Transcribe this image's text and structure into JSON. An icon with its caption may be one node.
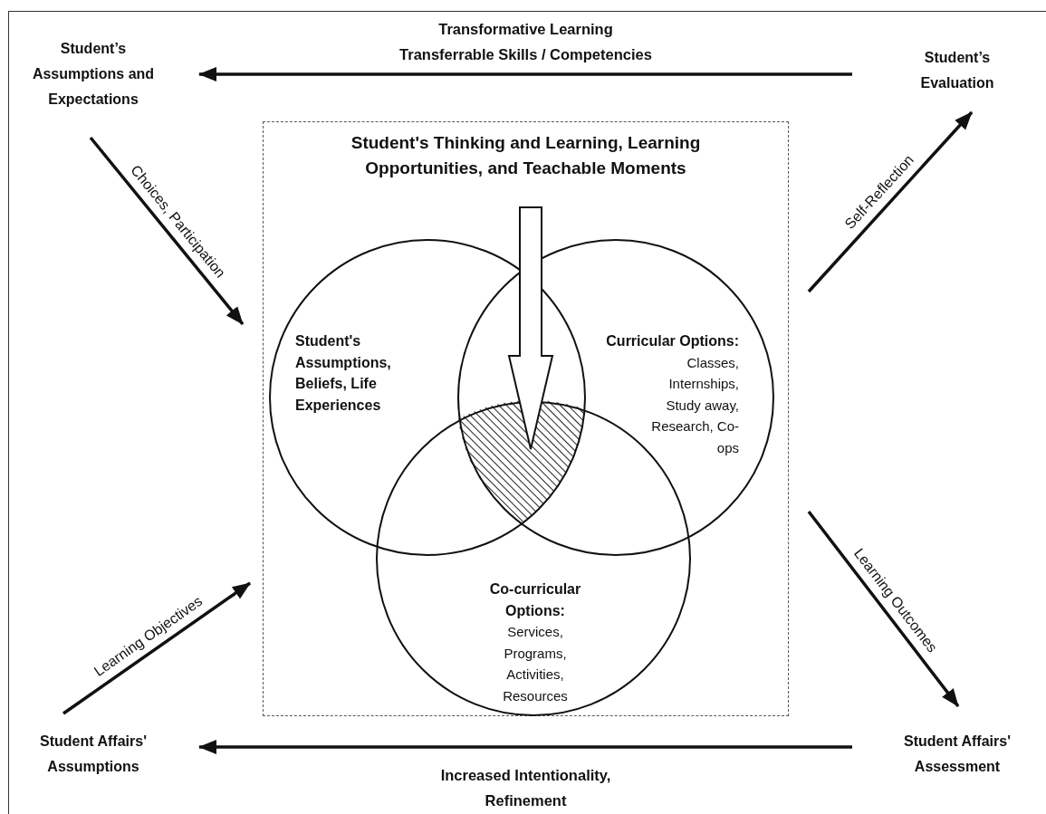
{
  "diagram": {
    "nodes": [
      {
        "text": [
          "Student’s Assumptions and Expectations"
        ]
      },
      {
        "text": [
          "Student’s Evaluation"
        ]
      },
      {
        "text": [
          "Student's Thinking and Learning, Learning Opportunities, and Teachable Moments"
        ]
      },
      {
        "text": [
          "Student's Assumptions, Beliefs, Life Experiences"
        ],
        "in": 2
      },
      {
        "text": [
          "Curricular Options:",
          "Classes, Internships, Study away, Research, Co-ops"
        ],
        "in": 2
      },
      {
        "text": [
          "Co-curricular Options:",
          "Services, Programs, Activities, Resources"
        ],
        "in": 2
      },
      {
        "text": [],
        "shape": "lens"
      },
      {
        "text": [
          "Student Affairs' Assumptions"
        ]
      },
      {
        "text": [
          "Student Affairs' Assessment"
        ]
      }
    ],
    "edges": [
      {
        "from": 1,
        "to": 0,
        "arrow": "to",
        "label": "Transformative Learning Transferrable Skills / Competencies"
      },
      {
        "from": 0,
        "to": 2,
        "arrow": "to",
        "label": "Choices, Participation"
      },
      {
        "from": 2,
        "to": 1,
        "arrow": "to",
        "label": "Self-Reflection"
      },
      {
        "from": 2,
        "to": 8,
        "arrow": "to",
        "label": "Learning Outcomes"
      },
      {
        "from": 7,
        "to": 2,
        "arrow": "to",
        "label": "Learning Objectives"
      },
      {
        "from": 8,
        "to": 7,
        "arrow": "to",
        "label": "Increased Intentionality, Refinement"
      },
      {
        "from": 2,
        "to": 6,
        "arrow": "to",
        "style": "thick"
      }
    ]
  }
}
